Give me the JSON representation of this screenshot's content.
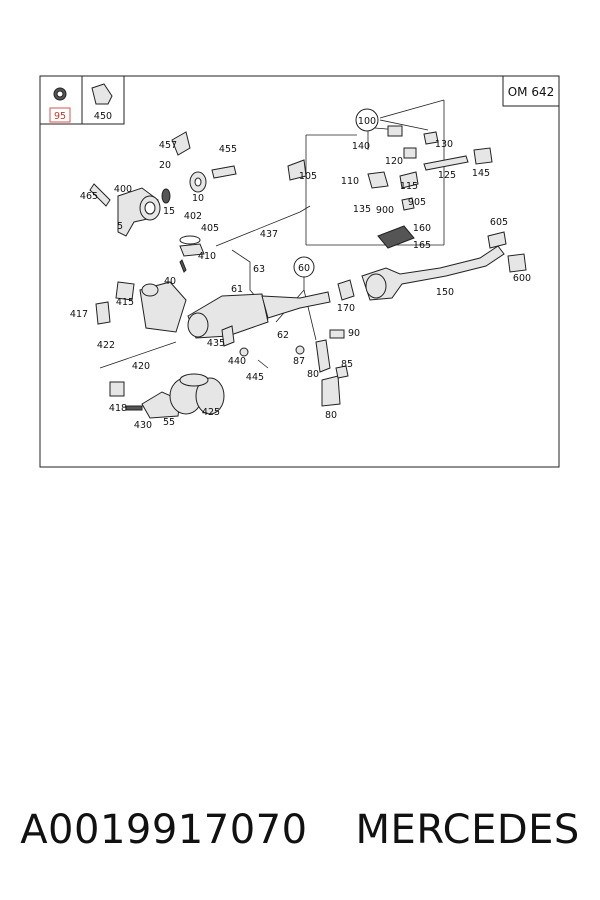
{
  "diagram": {
    "engine_label": "OM 642",
    "legend": {
      "highlighted_part": "95",
      "part_450": "450"
    },
    "callouts": {
      "c100": "100",
      "c60": "60"
    },
    "parts": {
      "p457": "457",
      "p455": "455",
      "p20": "20",
      "p400": "400",
      "p465": "465",
      "p15": "15",
      "p10": "10",
      "p5": "5",
      "p402": "402",
      "p405": "405",
      "p437": "437",
      "p410": "410",
      "p40": "40",
      "p63": "63",
      "p415": "415",
      "p61": "61",
      "p417": "417",
      "p62": "62",
      "p435": "435",
      "p422": "422",
      "p440": "440",
      "p87": "87",
      "p445": "445",
      "p420": "420",
      "p418": "418",
      "p430": "430",
      "p55": "55",
      "p425": "425",
      "p80a": "80",
      "p80b": "80",
      "p85": "85",
      "p90": "90",
      "p170": "170",
      "p140": "140",
      "p120": "120",
      "p130": "130",
      "p110": "110",
      "p115": "115",
      "p125": "125",
      "p145": "145",
      "p105": "105",
      "p135": "135",
      "p900": "900",
      "p905": "905",
      "p160": "160",
      "p165": "165",
      "p605": "605",
      "p600": "600",
      "p150": "150"
    }
  },
  "caption": {
    "part_number": "A0019917070",
    "brand": "MERCEDES"
  }
}
